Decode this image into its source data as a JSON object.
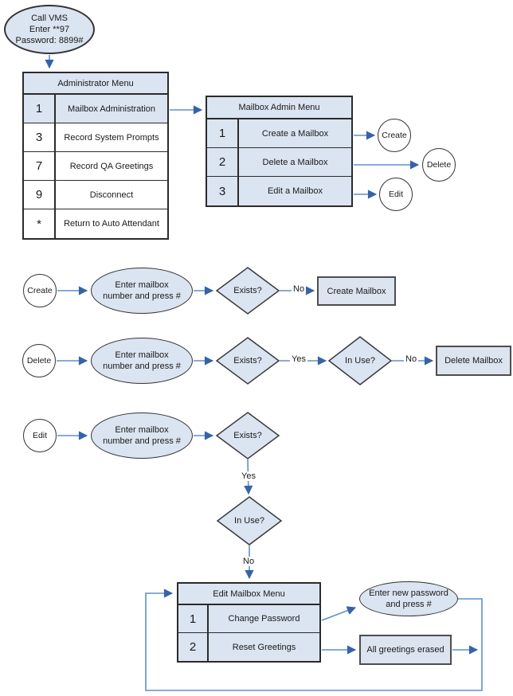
{
  "colors": {
    "shape_fill": "#dbe4f1",
    "result_rect_fill": "#dce4f0",
    "arrow_line": "#5f8fca",
    "arrow_head": "#3563a8",
    "shape_border": "#333333",
    "rect_border": "#4d4d4d"
  },
  "start_node": {
    "line1": "Call VMS",
    "line2": "Enter **97",
    "line3": "Password: 8899#"
  },
  "admin_menu": {
    "title": "Administrator Menu",
    "rows": [
      {
        "key": "1",
        "label": "Mailbox Administration"
      },
      {
        "key": "3",
        "label": "Record System Prompts"
      },
      {
        "key": "7",
        "label": "Record QA Greetings"
      },
      {
        "key": "9",
        "label": "Disconnect"
      },
      {
        "key": "*",
        "label": "Return to Auto Attendant"
      }
    ]
  },
  "mailbox_admin_menu": {
    "title": "Mailbox Admin Menu",
    "rows": [
      {
        "key": "1",
        "label": "Create a Mailbox"
      },
      {
        "key": "2",
        "label": "Delete a Mailbox"
      },
      {
        "key": "3",
        "label": "Edit a Mailbox"
      }
    ]
  },
  "connectors": {
    "create": "Create",
    "delete": "Delete",
    "edit": "Edit"
  },
  "prompt_ellipse": {
    "line1": "Enter mailbox",
    "line2": "number and press #"
  },
  "decisions": {
    "exists": "Exists?",
    "in_use": "In Use?"
  },
  "edge_labels": {
    "yes": "Yes",
    "no": "No"
  },
  "results": {
    "create": "Create Mailbox",
    "delete": "Delete Mailbox"
  },
  "edit_menu": {
    "title": "Edit Mailbox Menu",
    "rows": [
      {
        "key": "1",
        "label": "Change Password"
      },
      {
        "key": "2",
        "label": "Reset Greetings"
      }
    ]
  },
  "password_ellipse": {
    "line1": "Enter new password",
    "line2": "and press #"
  },
  "greetings_rect": {
    "label": "All greetings erased"
  }
}
